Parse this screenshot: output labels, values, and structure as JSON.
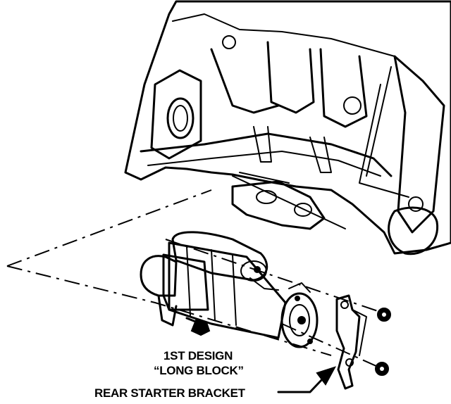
{
  "diagram": {
    "labels": {
      "design_line1": "1ST DESIGN",
      "design_line2": "“LONG BLOCK”",
      "bracket": "REAR STARTER BRACKET"
    },
    "parts": [
      "engine-block",
      "starter-motor",
      "rear-starter-bracket",
      "mounting-bolt",
      "nut-upper",
      "nut-lower"
    ]
  }
}
